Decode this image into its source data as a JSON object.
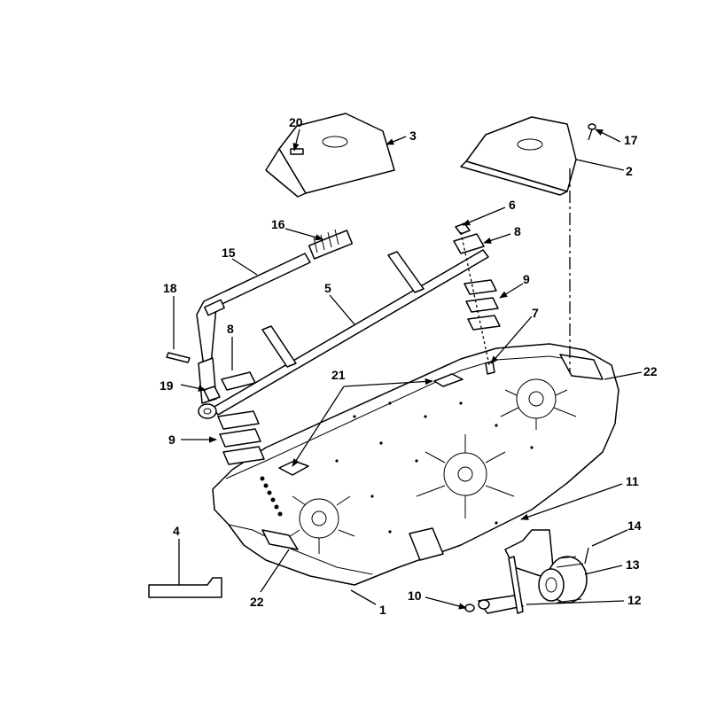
{
  "diagram": {
    "callouts": {
      "c1": "1",
      "c2": "2",
      "c3": "3",
      "c4": "4",
      "c5": "5",
      "c6": "6",
      "c7": "7",
      "c8a": "8",
      "c8b": "8",
      "c9a": "9",
      "c9b": "9",
      "c10": "10",
      "c11": "11",
      "c12": "12",
      "c13": "13",
      "c14": "14",
      "c15": "15",
      "c16": "16",
      "c17": "17",
      "c18": "18",
      "c19": "19",
      "c20": "20",
      "c21": "21",
      "c22a": "22",
      "c22b": "22"
    }
  }
}
